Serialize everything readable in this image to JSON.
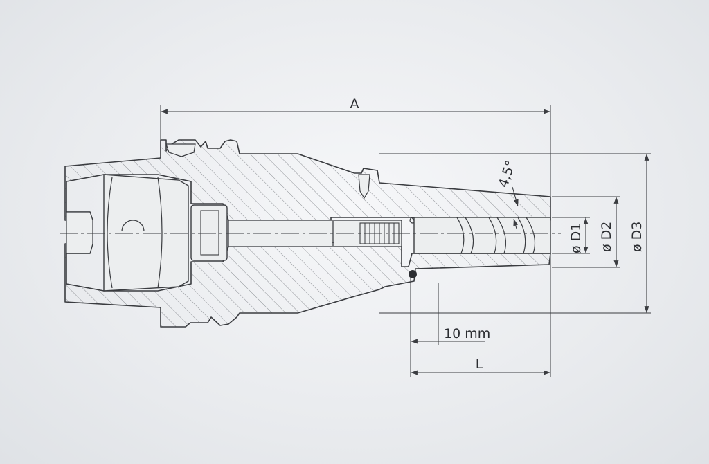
{
  "dimensions": {
    "overall_length": "A",
    "clamp_length": "L",
    "offset": "10 mm",
    "angle": "4,5°",
    "d1": "ø D1",
    "d2": "ø D2",
    "d3": "ø D3"
  },
  "colors": {
    "line": "#3a3c40",
    "hatch": "#8d9095",
    "body_fill": "#ececee",
    "background": "#e9ebee"
  }
}
